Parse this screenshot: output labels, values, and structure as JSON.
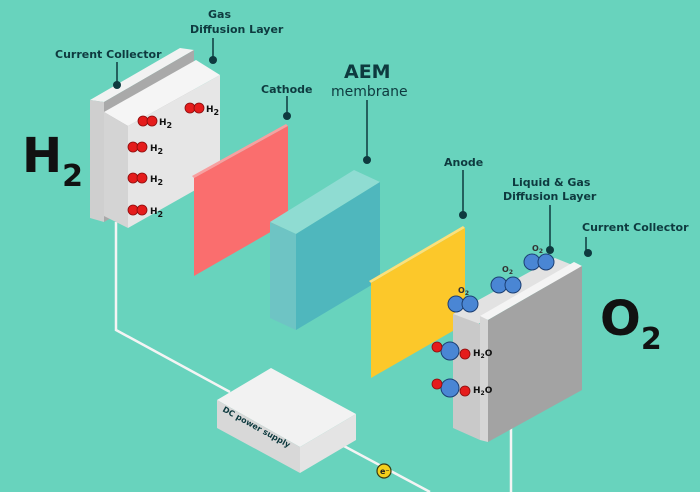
{
  "diagram": {
    "title": "AEM electrolyzer exploded view",
    "left_gas": {
      "main": "H",
      "sub": "2"
    },
    "right_gas": {
      "main": "O",
      "sub": "2"
    },
    "labels": {
      "current_collector_left": "Current Collector",
      "gas_diffusion_layer_l1": "Gas",
      "gas_diffusion_layer_l2": "Diffusion Layer",
      "cathode": "Cathode",
      "aem_l1": "AEM",
      "aem_l2": "membrane",
      "anode": "Anode",
      "lgdl_l1": "Liquid & Gas",
      "lgdl_l2": "Diffusion Layer",
      "current_collector_right": "Current Collector",
      "power_supply": "DC power supply",
      "electron": "e⁻"
    },
    "molecules": {
      "h2_label": {
        "main": "H",
        "sub": "2"
      },
      "o2_label": {
        "main": "O",
        "sub": "2"
      },
      "h2o_label": {
        "a": "H",
        "sub": "2",
        "b": "O"
      },
      "h2_count": 5,
      "o2_count": 3,
      "h2o_count": 2
    },
    "colors": {
      "background": "#68d3bd",
      "cathode": "#fa6e6e",
      "membrane": "#5bbfbf",
      "anode": "#fcc82a",
      "hydrogen_atom": "#e51c1c",
      "oxygen_atom": "#4a86d4",
      "plate": "#e9e9e9",
      "text": "#0e3a3f"
    }
  }
}
